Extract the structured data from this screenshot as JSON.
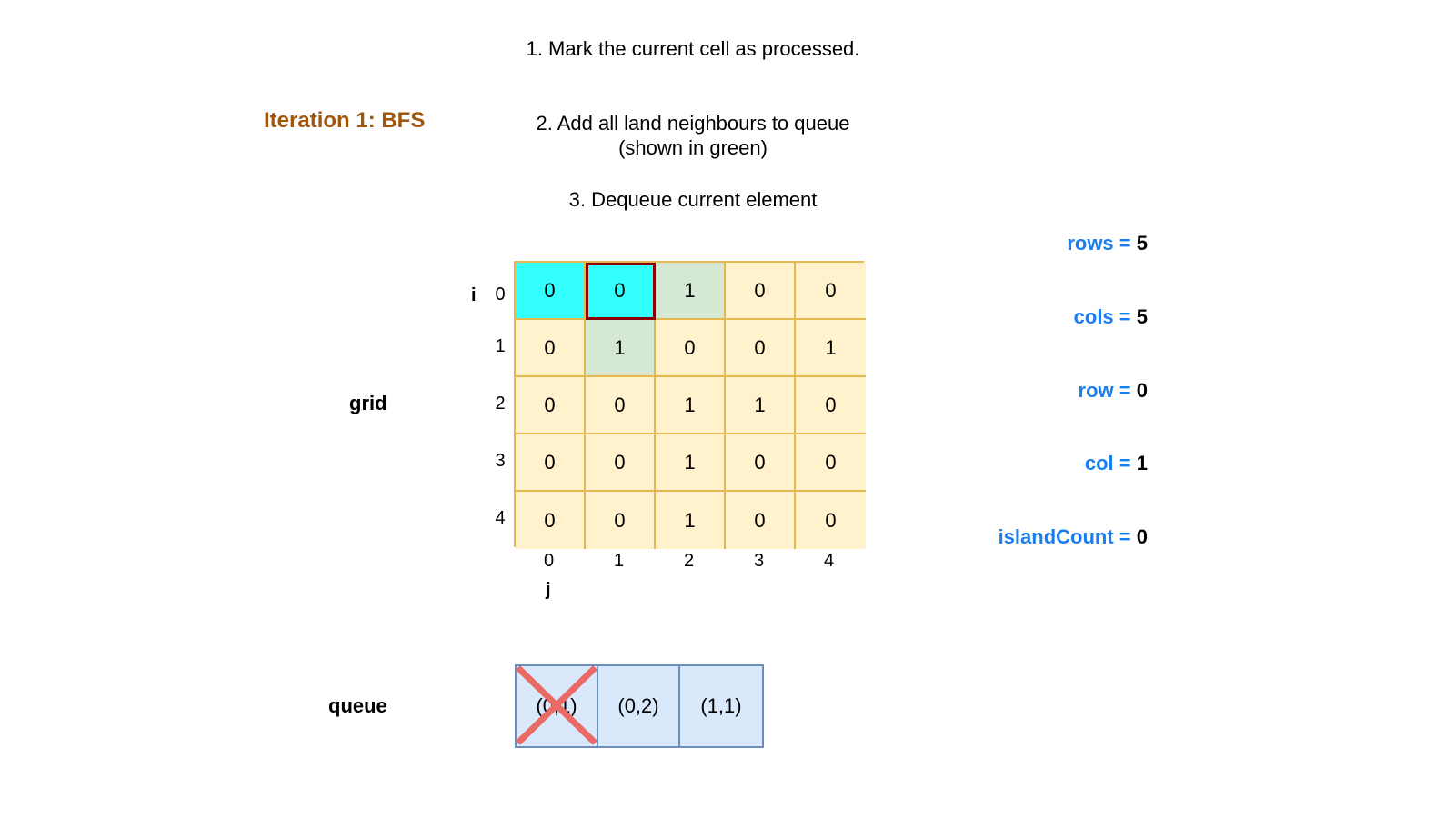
{
  "steps": [
    "1. Mark the current cell as processed.",
    "2. Add all land neighbours to queue (shown in green)",
    "3. Dequeue current element"
  ],
  "title": "Iteration 1: BFS",
  "labels": {
    "grid": "grid",
    "queue": "queue",
    "row_axis": "i",
    "col_axis": "j"
  },
  "grid": {
    "rows": [
      [
        "0",
        "0",
        "1",
        "0",
        "0"
      ],
      [
        "0",
        "1",
        "0",
        "0",
        "1"
      ],
      [
        "0",
        "0",
        "1",
        "1",
        "0"
      ],
      [
        "0",
        "0",
        "1",
        "0",
        "0"
      ],
      [
        "0",
        "0",
        "1",
        "0",
        "0"
      ]
    ],
    "row_indices": [
      "0",
      "1",
      "2",
      "3",
      "4"
    ],
    "col_indices": [
      "0",
      "1",
      "2",
      "3",
      "4"
    ],
    "processed_cells": [
      [
        0,
        0
      ],
      [
        0,
        1
      ]
    ],
    "current_cell": [
      0,
      1
    ],
    "neighbour_cells": [
      [
        0,
        2
      ],
      [
        1,
        1
      ]
    ]
  },
  "queue": {
    "items": [
      "(0,1)",
      "(0,2)",
      "(1,1)"
    ],
    "dequeued_index": 0
  },
  "variables": [
    {
      "name": "rows",
      "eq": " = ",
      "value": "5"
    },
    {
      "name": "cols",
      "eq": " = ",
      "value": "5"
    },
    {
      "name": "row",
      "eq": " = ",
      "value": "0"
    },
    {
      "name": "col",
      "eq": " = ",
      "value": "1"
    },
    {
      "name": "islandCount",
      "eq": " = ",
      "value": "0"
    }
  ],
  "colors": {
    "title": "#a0560b",
    "variable_name": "#1a7ef0",
    "cell_fill": "#fff2cc",
    "cell_border": "#e3b94f",
    "processed_fill": "#33ffff",
    "neighbour_fill": "#d5e8d4",
    "current_border": "#8b0000",
    "queue_fill": "#dae8fc",
    "queue_border": "#6c8ebf",
    "dequeue_cross": "#ea6b66"
  }
}
